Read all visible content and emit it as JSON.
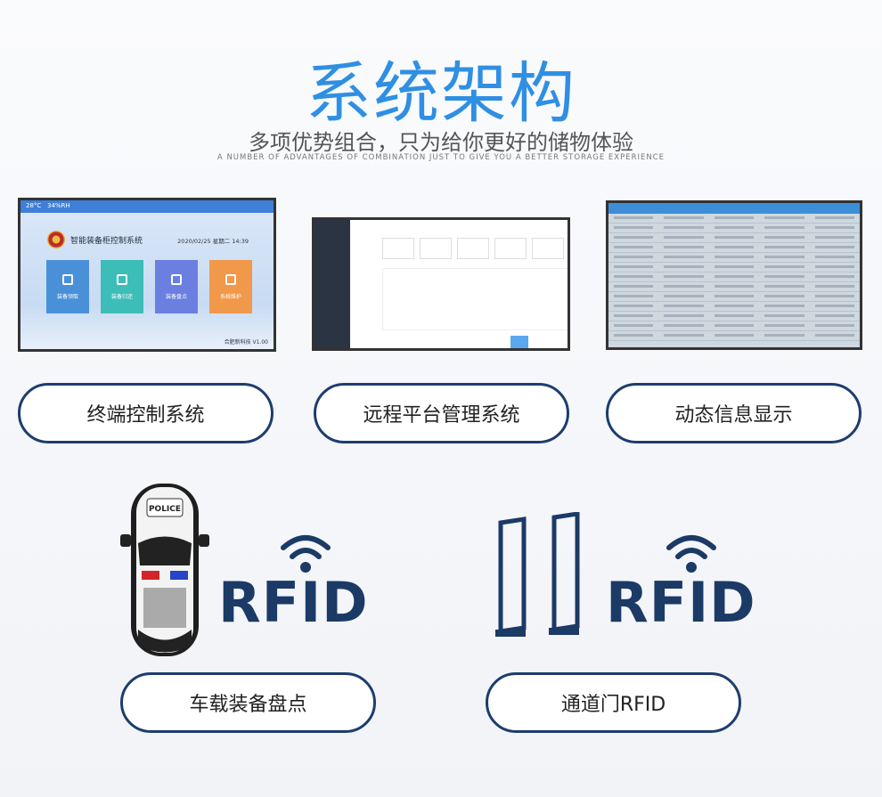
{
  "header": {
    "title": "系统架构",
    "subtitle": "多项优势组合，只为给你更好的储物体验",
    "subtitle_en": "A NUMBER OF ADVANTAGES OF COMBINATION JUST TO GIVE YOU A BETTER STORAGE EXPERIENCE"
  },
  "terminal_screen": {
    "temp": "28°C",
    "humidity": "34%RH",
    "app_title": "智能装备柜控制系统",
    "datetime": "2020/02/25 星期二 14:39",
    "tiles": [
      {
        "label": "装备领取",
        "color": "#4a90d9"
      },
      {
        "label": "装备归还",
        "color": "#3dbdb8"
      },
      {
        "label": "装备盘点",
        "color": "#6a7fe0"
      },
      {
        "label": "系统维护",
        "color": "#f0994a"
      }
    ],
    "footer": "合肥新科技 V1.00"
  },
  "systems": [
    {
      "label": "终端控制系统"
    },
    {
      "label": "远程平台管理系统"
    },
    {
      "label": "动态信息显示"
    }
  ],
  "rfid": {
    "car_label": "POLICE",
    "rfid_text": "RFID",
    "items": [
      {
        "label": "车载装备盘点"
      },
      {
        "label": "通道门RFID"
      }
    ]
  },
  "colors": {
    "accent": "#2f8fe3",
    "pill_border": "#1d3d6e"
  }
}
